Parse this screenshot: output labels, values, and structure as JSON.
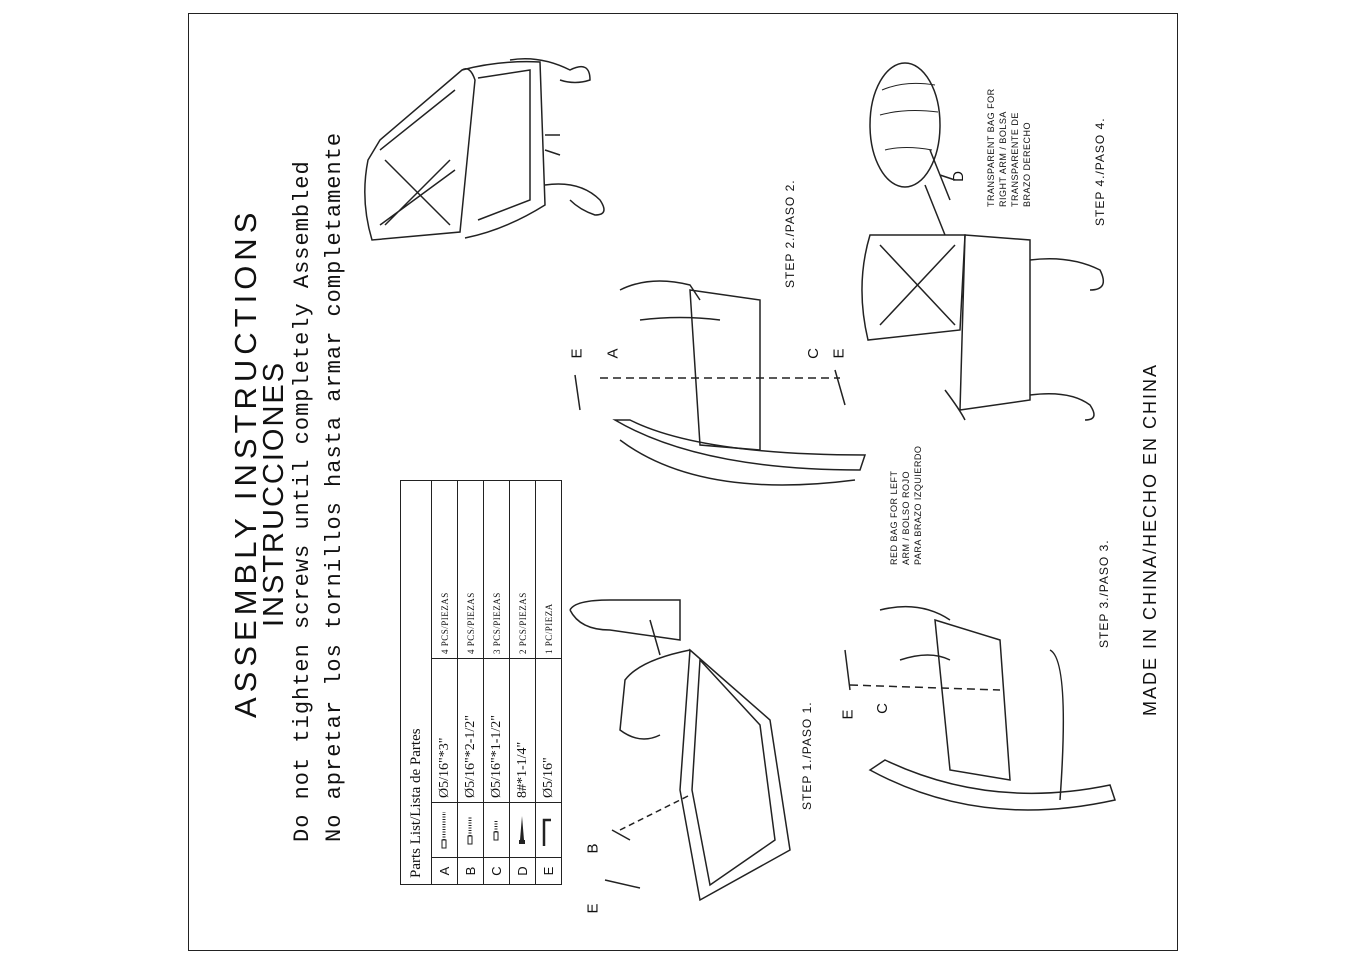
{
  "header": {
    "title": "ASSEMBLY   INSTRUCTIONS",
    "subtitle": "INSTRUCCIONES",
    "warning_en": "Do not tighten screws until completely Assembled",
    "warning_es": "No apretar los tornillos hasta armar completamente"
  },
  "parts_table": {
    "heading": "Parts List/Lista de Partes",
    "rows": [
      {
        "letter": "A",
        "size": "Ø5/16\"*3\"",
        "qty": "4 PCS/PIEZAS",
        "icon": "bolt-icon"
      },
      {
        "letter": "B",
        "size": "Ø5/16\"*2-1/2\"",
        "qty": "4 PCS/PIEZAS",
        "icon": "bolt-icon"
      },
      {
        "letter": "C",
        "size": "Ø5/16\"*1-1/2\"",
        "qty": "3 PCS/PIEZAS",
        "icon": "bolt-icon"
      },
      {
        "letter": "D",
        "size": "8#*1-1/4\"",
        "qty": "2 PCS/PIEZAS",
        "icon": "wood-screw-icon"
      },
      {
        "letter": "E",
        "size": "Ø5/16\"",
        "qty": "1 PC/PIEZA",
        "icon": "allen-wrench-icon"
      }
    ]
  },
  "steps": {
    "step1": "STEP 1./PASO 1.",
    "step2": "STEP 2./PASO 2.",
    "step3": "STEP 3./PASO 3.",
    "step4": "STEP 4./PASO 4."
  },
  "callouts": {
    "s1_e": "E",
    "s1_b": "B",
    "s2_e1": "E",
    "s2_a": "A",
    "s2_c": "C",
    "s2_e2": "E",
    "s3_e": "E",
    "s3_c": "C",
    "s4_d": "D"
  },
  "bags": {
    "red": [
      "RED BAG FOR LEFT",
      "ARM / BOLSO ROJO",
      "PARA BRAZO IZQUIERDO"
    ],
    "clear": [
      "TRANSPARENT BAG FOR",
      "RIGHT ARM / BOLSA",
      "TRANSPARENTE DE",
      "BRAZO DERECHO"
    ]
  },
  "footer": {
    "made_in": "MADE IN CHINA/HECHO EN CHINA"
  }
}
